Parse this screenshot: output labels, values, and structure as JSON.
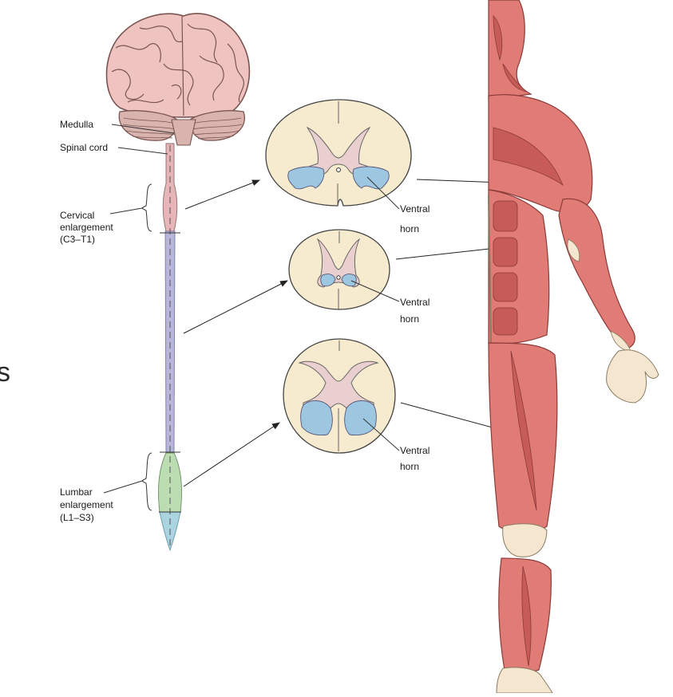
{
  "labels": {
    "medulla": "Medulla",
    "spinal_cord": "Spinal cord",
    "cervical": [
      "Cervical",
      "enlargement",
      "(C3–T1)"
    ],
    "lumbar": [
      "Lumbar",
      "enlargement",
      "(L1–S3)"
    ],
    "ventral_horn_1": [
      "Ventral",
      "horn"
    ],
    "ventral_horn_2": [
      "Ventral",
      "horn"
    ],
    "ventral_horn_3": [
      "Ventral",
      "horn"
    ],
    "edge_fragment": "s"
  },
  "colors": {
    "brain": "#efc4c0",
    "brain_line": "#7a5552",
    "cerebellum": "#d9b3ad",
    "cervical_segment": "#e7b4b7",
    "thoracic_segment": "#b9b6dc",
    "lumbar_segment": "#bcdcb2",
    "sacral_segment": "#a9d4e0",
    "section_white_matter": "#f7ebcf",
    "section_gray_matter": "#e9d0cf",
    "ventral_horn": "#9dc6e0",
    "muscle": "#e07b76",
    "muscle_dark": "#c75b57",
    "tendon": "#f4e6cf"
  }
}
